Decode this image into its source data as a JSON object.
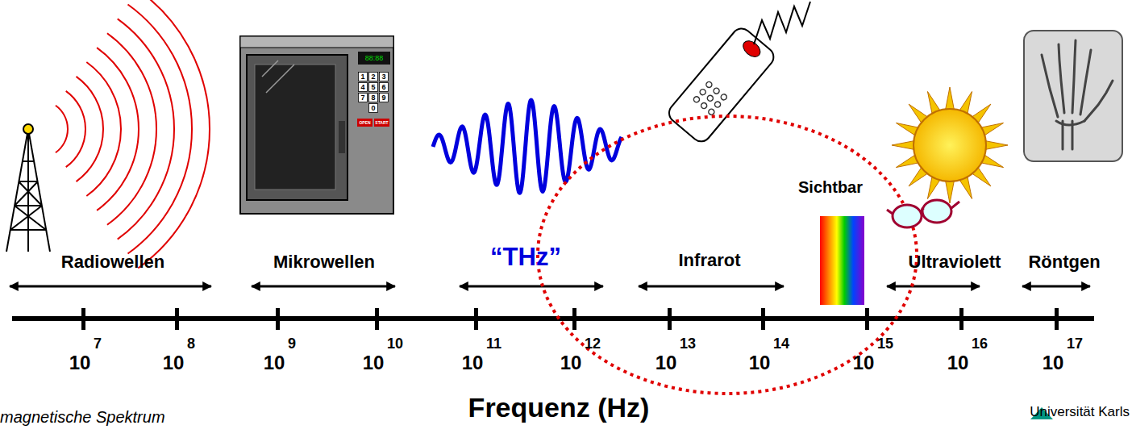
{
  "diagram": {
    "labels": [
      "Radiowellen",
      "Mikrowellen",
      "“THz”",
      "Infrarot",
      "Sichtbar",
      "Ultraviolett",
      "Röntgen",
      "10",
      "7",
      "10",
      "8",
      "10",
      "9",
      "10",
      "10",
      "10",
      "11",
      "10",
      "12",
      "10",
      "13",
      "10",
      "14",
      "10",
      "15",
      "10",
      "16",
      "10",
      "17",
      "Frequenz (Hz)",
      "magnetische Spektrum",
      "Universität Karls",
      "1",
      "2",
      "3",
      "4",
      "5",
      "6",
      "7",
      "8",
      "9",
      "0",
      "OPEN",
      "START",
      "88:88"
    ]
  }
}
